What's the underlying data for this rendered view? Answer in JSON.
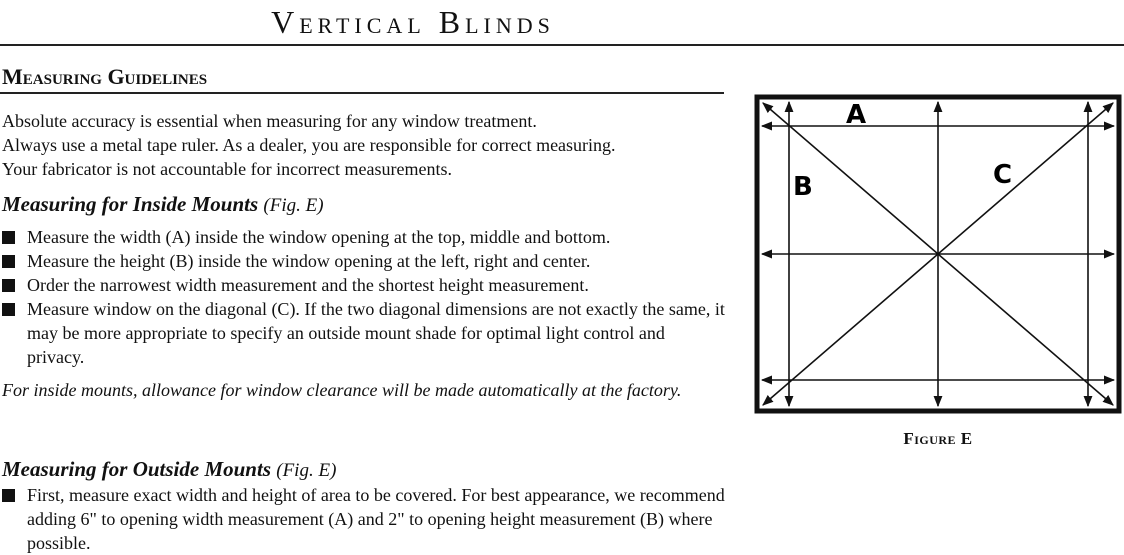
{
  "header": {
    "title": "Vertical Blinds"
  },
  "section": {
    "heading": "Measuring Guidelines"
  },
  "intro": {
    "lines": [
      "Absolute accuracy is essential when measuring for any window treatment.",
      "Always use a metal tape ruler. As a dealer, you are responsible for correct measuring.",
      "Your fabricator is not accountable for incorrect  measurements."
    ]
  },
  "inside": {
    "heading": "Measuring for Inside Mounts",
    "ref": "(Fig. E)",
    "bullets": [
      "Measure the width (A) inside the window opening at the top, middle and bottom.",
      "Measure the height (B) inside the window opening at the left, right and center.",
      "Order the narrowest width measurement and the shortest height measurement.",
      "Measure window on the diagonal (C). If the two diagonal dimensions are not exactly the same, it may be more appropriate to specify an outside mount shade for optimal light control and privacy."
    ],
    "note": "For inside mounts, allowance for window clearance will be made automatically at the factory."
  },
  "outside": {
    "heading": "Measuring for Outside Mounts",
    "ref": "(Fig. E)",
    "bullets": [
      "First, measure exact width and height of area to be covered. For best appearance, we recommend adding 6\" to opening width measurement (A) and 2\" to opening height measurement (B) where possible."
    ]
  },
  "figure": {
    "label_a": "A",
    "label_b": "B",
    "label_c": "C",
    "caption": "Figure E"
  }
}
